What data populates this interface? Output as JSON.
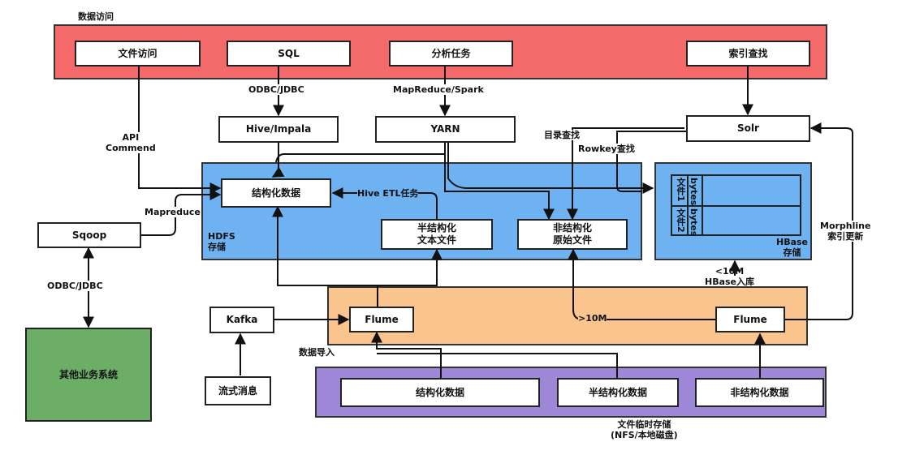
{
  "access": {
    "title": "数据访问",
    "file": "文件访问",
    "sql": "SQL",
    "analysis": "分析任务",
    "index": "索引查找"
  },
  "middle": {
    "hive": "Hive/Impala",
    "yarn": "YARN",
    "solr": "Solr"
  },
  "hdfs": {
    "label": "HDFS\n存储",
    "structured": "结构化数据",
    "semi": "半结构化\n文本文件",
    "unstructured": "非结构化\n原始文件"
  },
  "hbase": {
    "label": "HBase\n存储",
    "file1": "文件1",
    "file2": "文件2",
    "bytes1": "bytes",
    "bytes2": "bytes"
  },
  "edges": {
    "odbc_top": "ODBC/JDBC",
    "mapreduce_spark": "MapReduce/Spark",
    "api": "API\nCommend",
    "catalog": "目录查找",
    "rowkey": "Rowkey查找",
    "mapreduce": "Mapreduce",
    "hive_etl": "Hive ETL任务",
    "odbc_left": "ODBC/JDBC",
    "lt10m": "<10M\nHBase入库",
    "gt10m": ">10M",
    "morphline": "Morphline\n索引更新"
  },
  "sqoop": "Sqoop",
  "other_systems": "其他业务系统",
  "import": {
    "title": "数据导入",
    "flume_left": "Flume",
    "flume_right": "Flume"
  },
  "kafka": "Kafka",
  "stream": "流式消息",
  "temp": {
    "title": "文件临时存储\n(NFS/本地磁盘)",
    "structured": "结构化数据",
    "semi": "半结构化数据",
    "unstructured": "非结构化数据"
  },
  "colors": {
    "access_bg": "#f46a6a",
    "hdfs_bg": "#6fb2f2",
    "hbase_bg": "#6fb2f2",
    "import_bg": "#f9c48d",
    "temp_bg": "#9d87d6",
    "other_bg": "#6cae66"
  }
}
